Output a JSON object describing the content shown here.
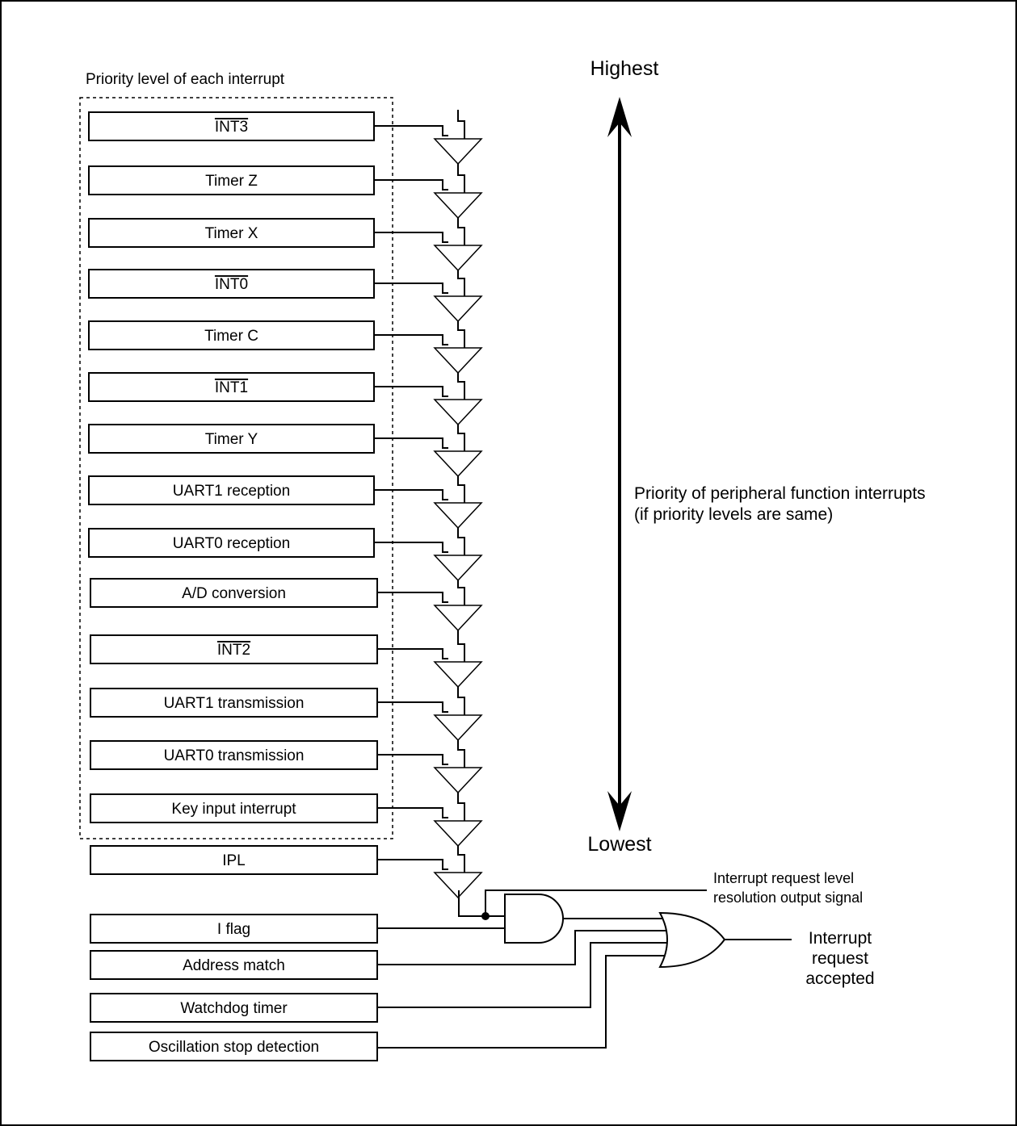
{
  "title": "Priority level of each interrupt",
  "priority_list": [
    {
      "label": "INT3",
      "overline": true
    },
    {
      "label": "Timer Z",
      "overline": false
    },
    {
      "label": "Timer X",
      "overline": false
    },
    {
      "label": "INT0",
      "overline": true
    },
    {
      "label": "Timer C",
      "overline": false
    },
    {
      "label": "INT1",
      "overline": true
    },
    {
      "label": "Timer Y",
      "overline": false
    },
    {
      "label": "UART1 reception",
      "overline": false
    },
    {
      "label": "UART0 reception",
      "overline": false
    },
    {
      "label": "A/D conversion",
      "overline": false
    },
    {
      "label": "INT2",
      "overline": true
    },
    {
      "label": "UART1 transmission",
      "overline": false
    },
    {
      "label": "UART0 transmission",
      "overline": false
    },
    {
      "label": "Key input interrupt",
      "overline": false
    }
  ],
  "ipl_label": "IPL",
  "lower_inputs": {
    "i_flag": "I flag",
    "address_match": "Address match",
    "watchdog": "Watchdog timer",
    "osc_stop": "Oscillation stop detection"
  },
  "scale": {
    "highest": "Highest",
    "lowest": "Lowest",
    "caption_line1": "Priority of peripheral function interrupts",
    "caption_line2": "(if priority levels are same)"
  },
  "signal_label": {
    "line1": "Interrupt request level",
    "line2": "resolution output signal"
  },
  "output_label": {
    "line1": "Interrupt",
    "line2": "request",
    "line3": "accepted"
  }
}
